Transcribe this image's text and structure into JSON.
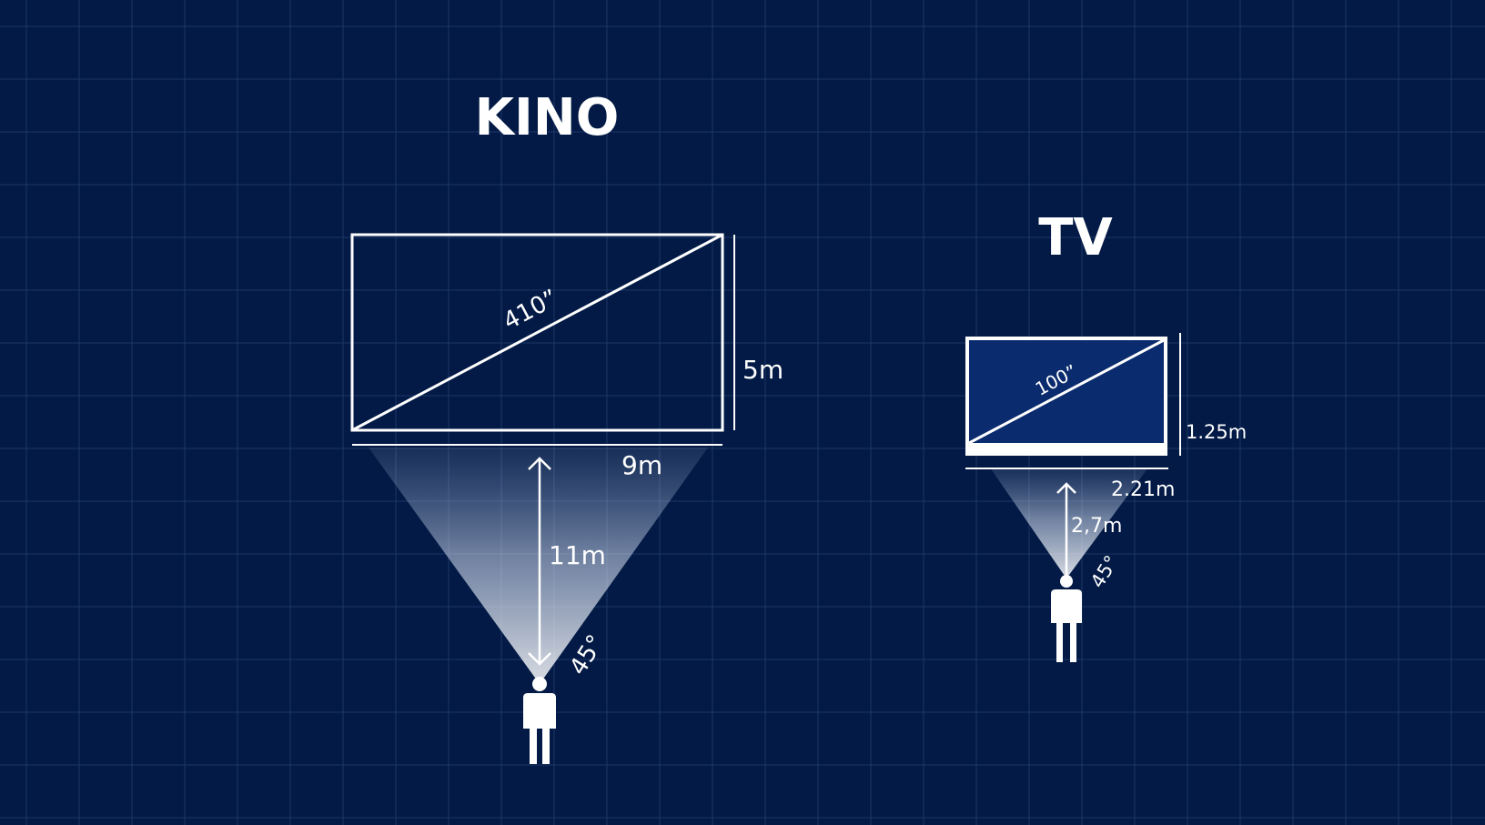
{
  "colors": {
    "background": "#021a45",
    "grid": "#1f3766",
    "line": "#ffffff",
    "tv_panel": "#0a2b6e"
  },
  "cinema": {
    "title": "KINO",
    "diagonal": "410”",
    "height": "5m",
    "width": "9m",
    "distance": "11m",
    "angle": "45°"
  },
  "tv": {
    "title": "TV",
    "diagonal": "100”",
    "height": "1.25m",
    "width": "2.21m",
    "distance": "2,7m",
    "angle": "45°"
  }
}
